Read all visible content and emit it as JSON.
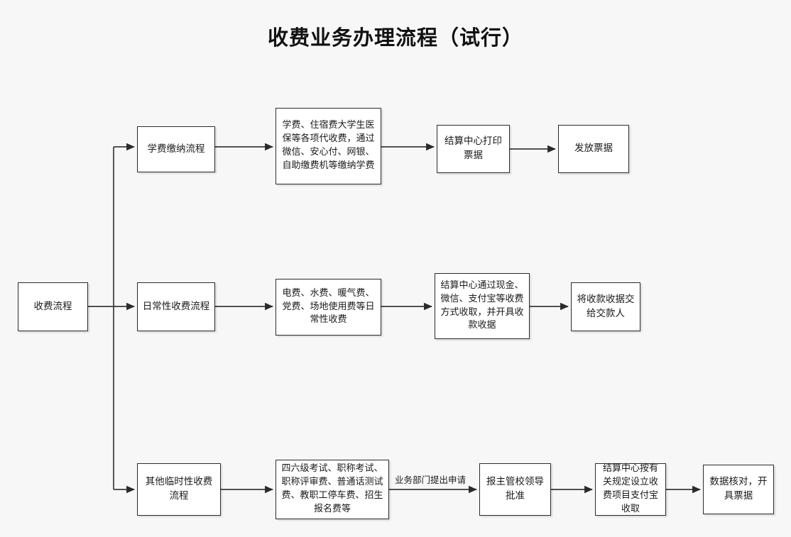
{
  "diagram": {
    "title": "收费业务办理流程（试行）",
    "background_color": "#f7f7f7",
    "node_fill": "#ffffff",
    "node_border_color": "#2b2b2b",
    "connector_color": "#3a3a3a",
    "type": "flowchart",
    "orientation": "left-to-right with three parallel branches"
  },
  "nodes": {
    "start": {
      "label": "收费流程"
    },
    "branch_tuition": {
      "label": "学费缴纳流程"
    },
    "branch_daily": {
      "label": "日常性收费流程"
    },
    "branch_other": {
      "label": "其他临时性收费流程"
    },
    "tuition_items": {
      "label": "学费、住宿费大学生医保等各项代收费，通过微信、安心付、网银、自助缴费机等缴纳学费"
    },
    "tuition_print": {
      "label": "结算中心打印票据"
    },
    "tuition_issue": {
      "label": "发放票据"
    },
    "daily_items": {
      "label": "电费、水费、暖气费、党费、场地使用费等日常性收费"
    },
    "daily_collect": {
      "label": "结算中心通过现金、微信、支付宝等收费方式收取，并开具收款收据"
    },
    "daily_handover": {
      "label": "将收款收据交给交款人"
    },
    "other_items": {
      "label": "四六级考试、职称考试、职称评审费、普通话测试费、教职工停车费、招生报名费等"
    },
    "other_approve": {
      "label": "报主管校领导批准"
    },
    "other_setup": {
      "label": "结算中心按有关规定设立收费项目支付宝收取"
    },
    "other_verify": {
      "label": "数据核对，开具票据"
    }
  },
  "edge_labels": {
    "apply": "业务部门提出申请"
  }
}
